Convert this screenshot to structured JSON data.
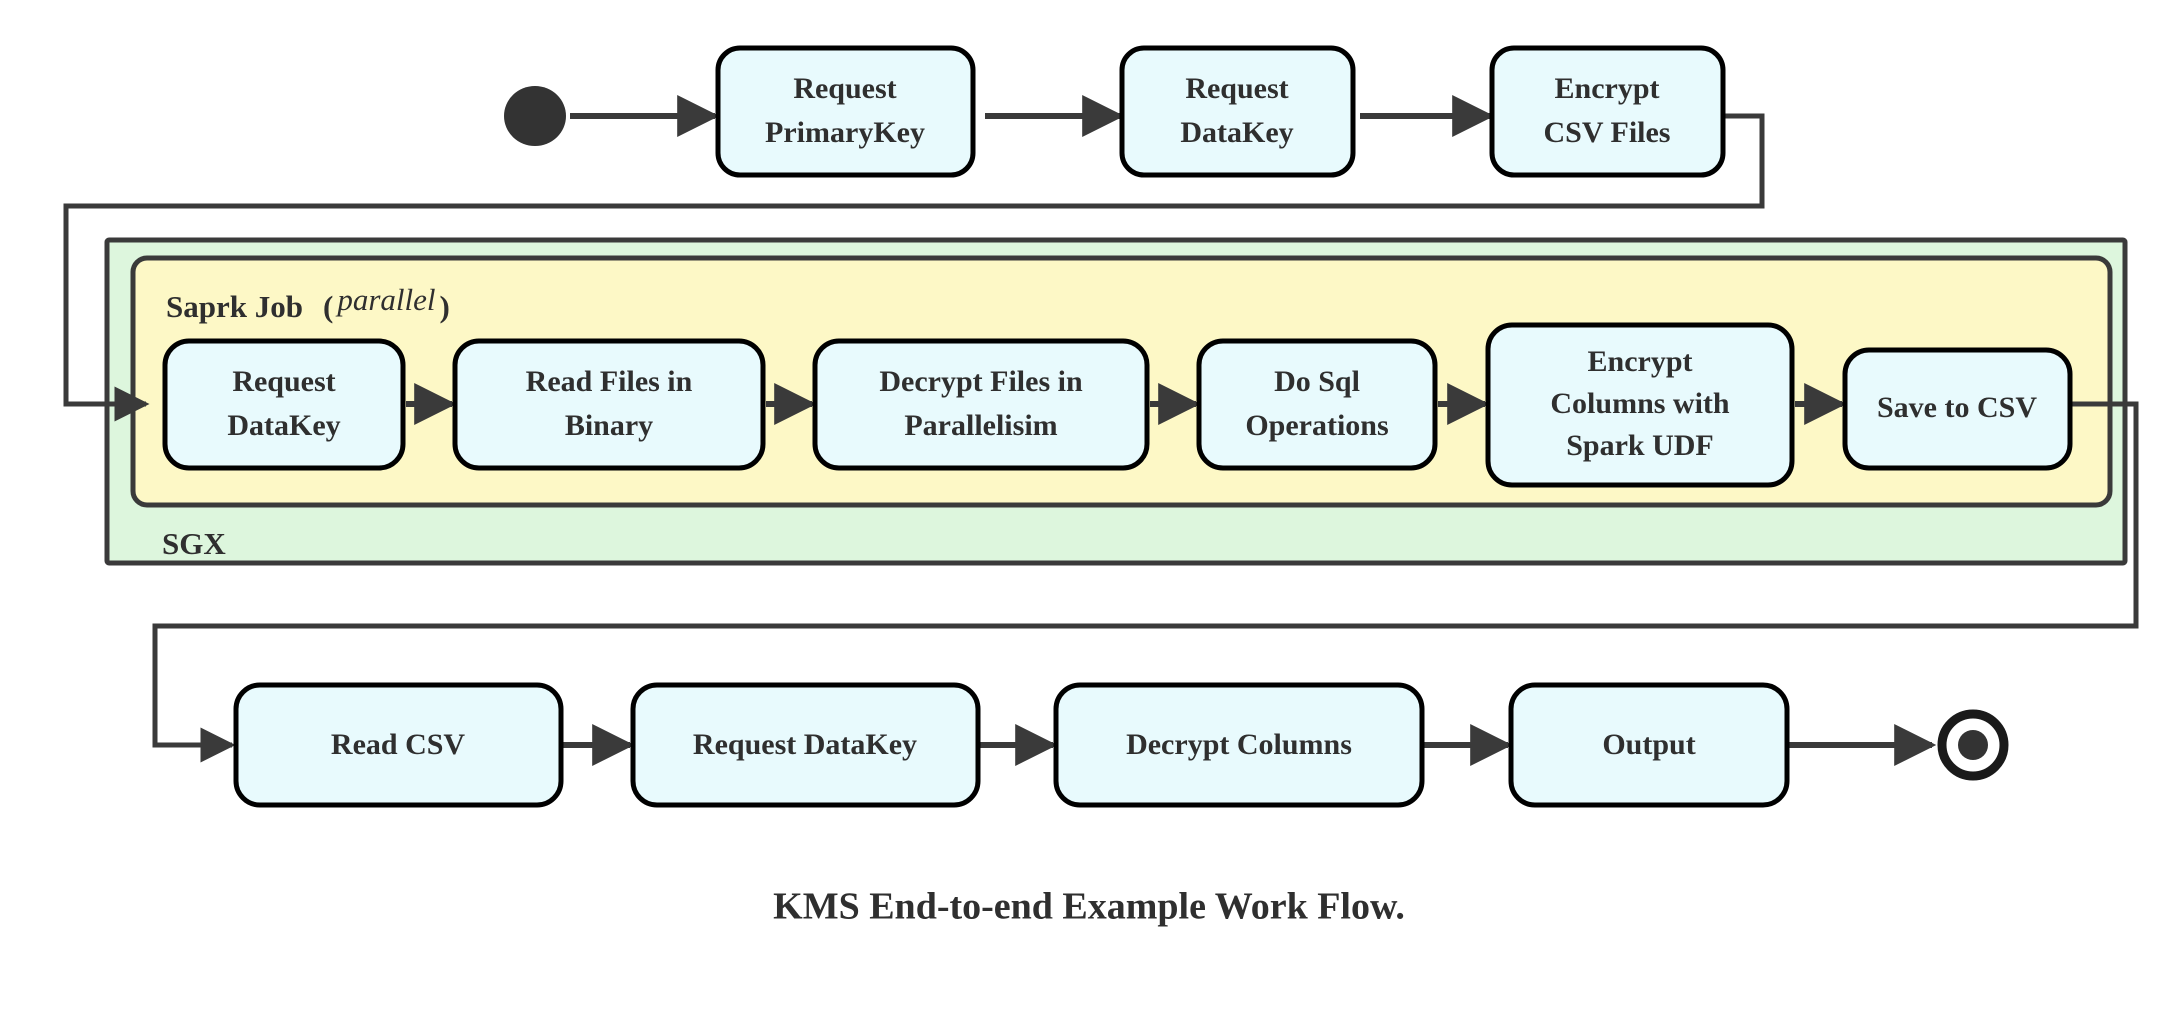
{
  "figure": {
    "caption": "KMS End-to-end Example Work Flow.",
    "colors": {
      "node_fill": "#e8fafd",
      "node_stroke": "#000000",
      "sgx_fill": "#ddf6dd",
      "spark_job_fill": "#fdf8c6",
      "connector": "#3a3a3a",
      "text": "#2f2f2f",
      "background": "#ffffff"
    }
  },
  "markers": {
    "start": "start-node-filled-circle",
    "end": "end-node-bullseye-circle"
  },
  "containers": {
    "sgx": {
      "label": "SGX",
      "label_position": "bottom-left"
    },
    "spark_job": {
      "label": "Saprk Job",
      "modifier": "(parallel)",
      "modifier_open": "(",
      "modifier_word": "parallel",
      "modifier_close": ")",
      "label_position": "top-left"
    }
  },
  "rows": {
    "top": {
      "nodes": [
        {
          "id": "request-primarykey",
          "lines": [
            "Request",
            "PrimaryKey"
          ]
        },
        {
          "id": "request-datakey-top",
          "lines": [
            "Request",
            "DataKey"
          ]
        },
        {
          "id": "encrypt-csv-files",
          "lines": [
            "Encrypt",
            "CSV Files"
          ]
        }
      ]
    },
    "spark": {
      "nodes": [
        {
          "id": "request-datakey-spark",
          "lines": [
            "Request",
            "DataKey"
          ]
        },
        {
          "id": "read-files-in-binary",
          "lines": [
            "Read Files in",
            "Binary"
          ]
        },
        {
          "id": "decrypt-files-in-parallelisim",
          "lines": [
            "Decrypt Files in",
            "Parallelisim"
          ]
        },
        {
          "id": "do-sql-operations",
          "lines": [
            "Do Sql",
            "Operations"
          ]
        },
        {
          "id": "encrypt-columns-with-spark-udf",
          "lines": [
            "Encrypt",
            "Columns with",
            "Spark UDF"
          ]
        },
        {
          "id": "save-to-csv",
          "lines": [
            "Save to CSV"
          ]
        }
      ]
    },
    "bottom": {
      "nodes": [
        {
          "id": "read-csv",
          "lines": [
            "Read CSV"
          ]
        },
        {
          "id": "request-datakey-bottom",
          "lines": [
            "Request DataKey"
          ]
        },
        {
          "id": "decrypt-columns",
          "lines": [
            "Decrypt Columns"
          ]
        },
        {
          "id": "output",
          "lines": [
            "Output"
          ]
        }
      ]
    }
  }
}
